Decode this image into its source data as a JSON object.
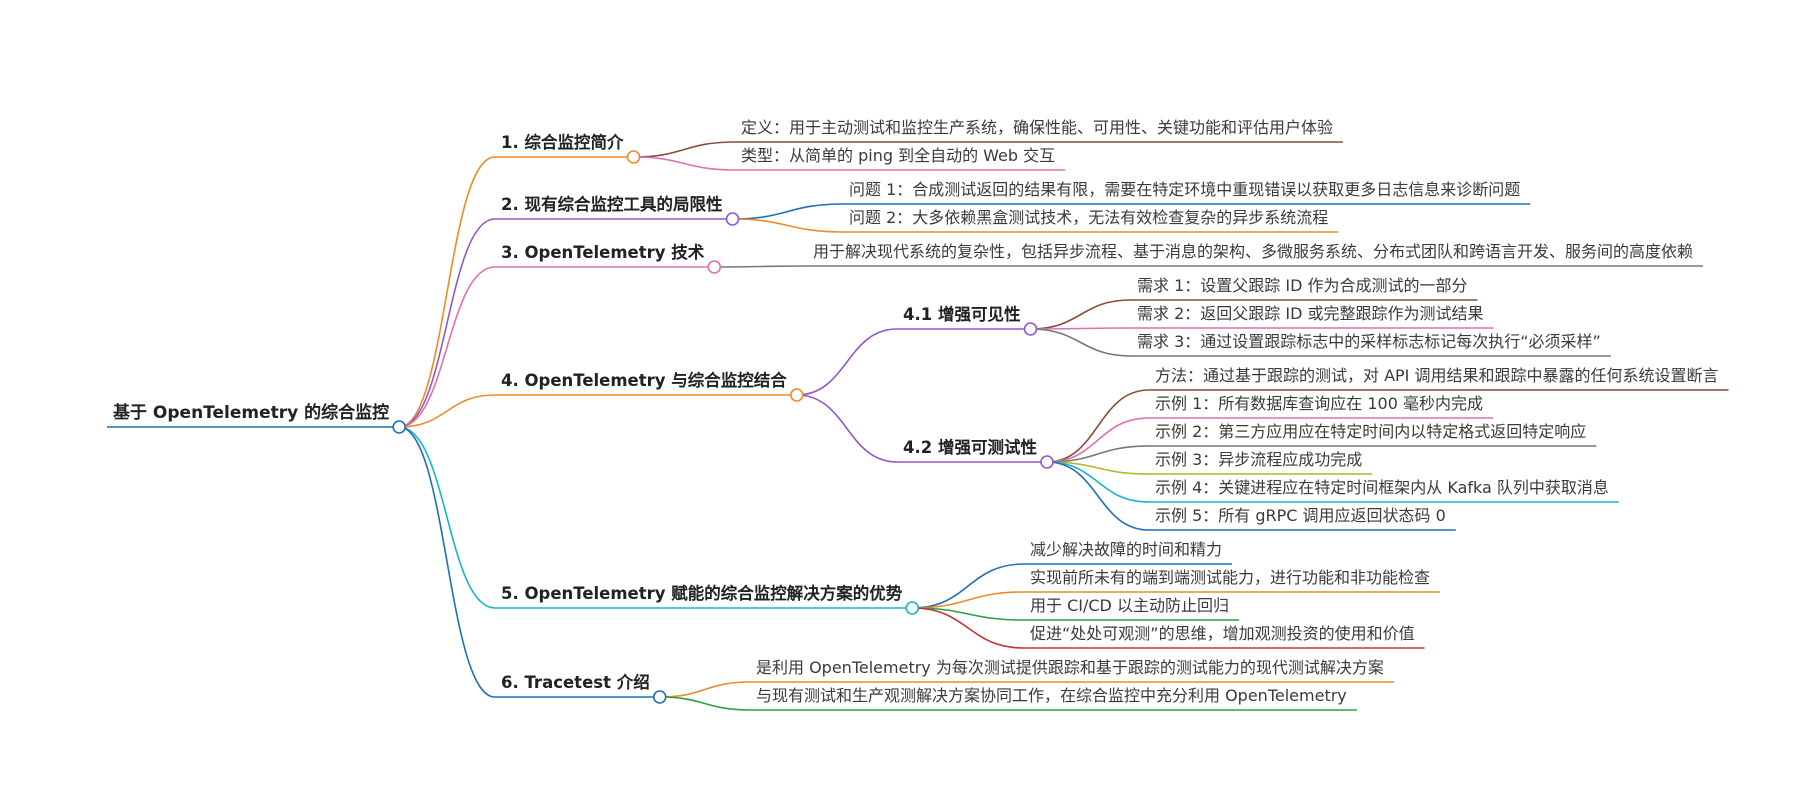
{
  "mindmap": {
    "root": {
      "label": "基于 OpenTelemetry 的综合监控",
      "color": "#1f6fb8"
    },
    "branches": [
      {
        "label": "1. 综合监控简介",
        "color": "#f08a24",
        "children": [
          {
            "label": "定义：用于主动测试和监控生产系统，确保性能、可用性、关键功能和评估用户体验",
            "color": "#8c4b3c"
          },
          {
            "label": "类型：从简单的 ping 到全自动的 Web 交互",
            "color": "#e26fb0"
          }
        ]
      },
      {
        "label": "2. 现有综合监控工具的局限性",
        "color": "#9258c8",
        "children": [
          {
            "label": "问题 1：合成测试返回的结果有限，需要在特定环境中重现错误以获取更多日志信息来诊断问题",
            "color": "#1f6fb8"
          },
          {
            "label": "问题 2：大多依赖黑盒测试技术，无法有效检查复杂的异步系统流程",
            "color": "#f08a24"
          }
        ]
      },
      {
        "label": "3. OpenTelemetry 技术",
        "color": "#e26fb0",
        "children": [
          {
            "label": "用于解决现代系统的复杂性，包括异步流程、基于消息的架构、多微服务系统、分布式团队和跨语言开发、服务间的高度依赖",
            "color": "#777777"
          }
        ]
      },
      {
        "label": "4. OpenTelemetry 与综合监控结合",
        "color": "#f08a24",
        "children": [
          {
            "label": "4.1 增强可见性",
            "color": "#9258c8",
            "children": [
              {
                "label": "需求 1：设置父跟踪 ID 作为合成测试的一部分",
                "color": "#8c4b3c"
              },
              {
                "label": "需求 2：返回父跟踪 ID 或完整跟踪作为测试结果",
                "color": "#e26fb0"
              },
              {
                "label": "需求 3：通过设置跟踪标志中的采样标志标记每次执行“必须采样”",
                "color": "#777777"
              }
            ]
          },
          {
            "label": "4.2 增强可测试性",
            "color": "#9258c8",
            "children": [
              {
                "label": "方法：通过基于跟踪的测试，对 API 调用结果和跟踪中暴露的任何系统设置断言",
                "color": "#8c4b3c"
              },
              {
                "label": "示例 1：所有数据库查询应在 100 毫秒内完成",
                "color": "#e26fb0"
              },
              {
                "label": "示例 2：第三方应用应在特定时间内以特定格式返回特定响应",
                "color": "#777777"
              },
              {
                "label": "示例 3：异步流程应成功完成",
                "color": "#b5b520"
              },
              {
                "label": "示例 4：关键进程应在特定时间框架内从 Kafka 队列中获取消息",
                "color": "#17b5cc"
              },
              {
                "label": "示例 5：所有 gRPC 调用应返回状态码 0",
                "color": "#1f6fb8"
              }
            ]
          }
        ]
      },
      {
        "label": "5. OpenTelemetry 赋能的综合监控解决方案的优势",
        "color": "#17b5cc",
        "children": [
          {
            "label": "减少解决故障的时间和精力",
            "color": "#1f6fb8"
          },
          {
            "label": "实现前所未有的端到端测试能力，进行功能和非功能检查",
            "color": "#f08a24"
          },
          {
            "label": "用于 CI/CD 以主动防止回归",
            "color": "#2ea043"
          },
          {
            "label": "促进“处处可观测”的思维，增加观测投资的使用和价值",
            "color": "#c8323c"
          }
        ]
      },
      {
        "label": "6. Tracetest 介绍",
        "color": "#1f6fb8",
        "children": [
          {
            "label": "是利用 OpenTelemetry 为每次测试提供跟踪和基于跟踪的测试能力的现代测试解决方案",
            "color": "#f08a24"
          },
          {
            "label": "与现有测试和生产观测解决方案协同工作，在综合监控中充分利用 OpenTelemetry",
            "color": "#2ea043"
          }
        ]
      }
    ]
  }
}
